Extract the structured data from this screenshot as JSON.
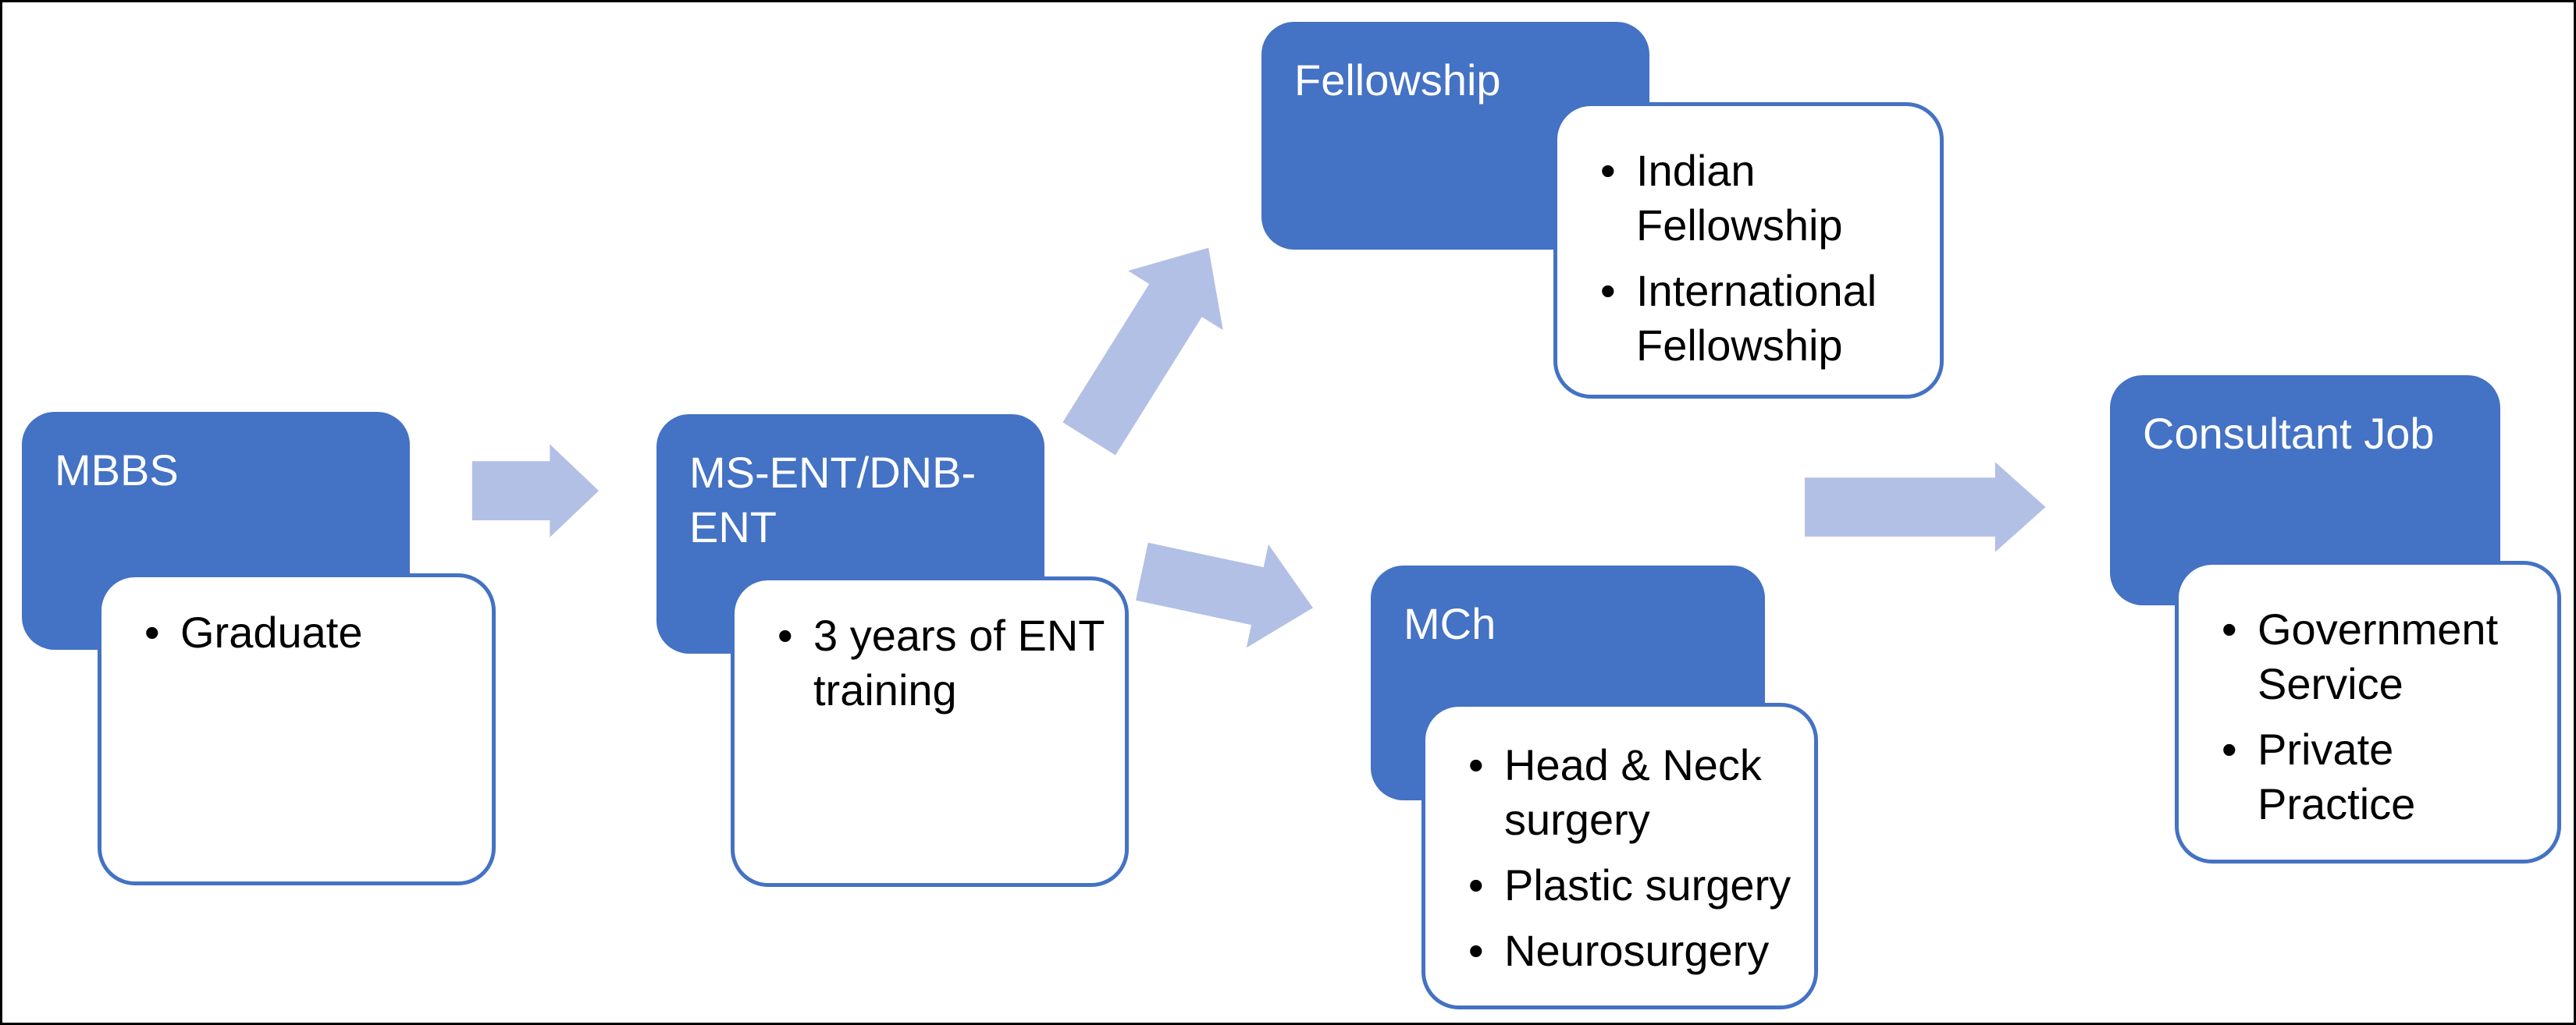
{
  "diagram": {
    "description": "ENT career pathway flowchart",
    "bullet_glyph": "•",
    "colors": {
      "stage_blue": "#4472C4",
      "arrow_light_blue": "#B3C0E5",
      "title_text": "#FFFFFF",
      "detail_text": "#000000",
      "frame": "#000000"
    },
    "stages": [
      {
        "id": "mbbs",
        "title": "MBBS",
        "bullets": [
          "Graduate"
        ]
      },
      {
        "id": "ms-ent-dnb-ent",
        "title": "MS-ENT/DNB-\nENT",
        "bullets": [
          "3 years of ENT\ntraining"
        ]
      },
      {
        "id": "fellowship",
        "title": "Fellowship",
        "bullets": [
          "Indian\nFellowship",
          "International\nFellowship"
        ]
      },
      {
        "id": "mch",
        "title": "MCh",
        "bullets": [
          "Head & Neck\nsurgery",
          "Plastic surgery",
          "Neurosurgery"
        ]
      },
      {
        "id": "consultant-job",
        "title": "Consultant Job",
        "bullets": [
          "Government\nService",
          "Private\nPractice"
        ]
      }
    ],
    "arrows": [
      {
        "id": "mbbs-to-msent",
        "direction": "right"
      },
      {
        "id": "msent-to-fellowship",
        "direction": "up-right"
      },
      {
        "id": "msent-to-mch",
        "direction": "down-right"
      },
      {
        "id": "to-consultant",
        "direction": "right"
      }
    ]
  }
}
